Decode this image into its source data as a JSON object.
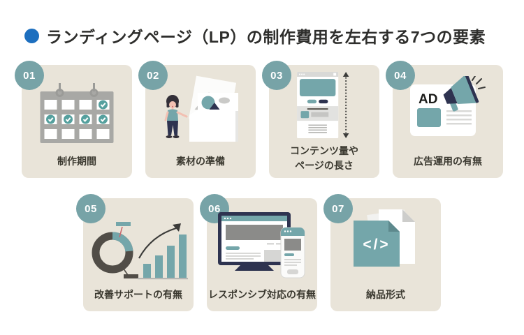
{
  "header": {
    "title": "ランディングページ（LP）の制作費用を左右する7つの要素",
    "bullet_icon": "blue-dot"
  },
  "theme": {
    "accent": "#1d6fbf",
    "card_bg": "#e9e4d9",
    "badge": "#77a3a7",
    "teal": "#74a6aa",
    "check": "#55a09e",
    "navy": "#2e3350",
    "gray": "#a8a8a5",
    "gray_hero": "#8b8b89",
    "gray_light": "#d6d6d4",
    "gray_line": "#bfbfbd",
    "section": "#e2e2e0",
    "dark": "#514d47",
    "arrow": "#3b3b39",
    "skin": "#f2c0b2",
    "hair": "#332f38",
    "pink": "#c76a6f",
    "title_color": "#2e2e2c",
    "label_color": "#3a382f"
  },
  "cards": [
    {
      "number": "01",
      "label": "制作期間",
      "icon": "calendar-icon"
    },
    {
      "number": "02",
      "label": "素材の準備",
      "icon": "image-materials-icon"
    },
    {
      "number": "03",
      "label": "コンテンツ量や\nページの長さ",
      "icon": "page-length-icon"
    },
    {
      "number": "04",
      "label": "広告運用の有無",
      "icon": "ad-megaphone-icon",
      "ad_text": "AD"
    },
    {
      "number": "05",
      "label": "改善サポートの有無",
      "icon": "analytics-icon"
    },
    {
      "number": "06",
      "label": "レスポンシブ対応の有無",
      "icon": "responsive-devices-icon"
    },
    {
      "number": "07",
      "label": "納品形式",
      "icon": "code-file-icon",
      "code_text": "</>"
    }
  ]
}
